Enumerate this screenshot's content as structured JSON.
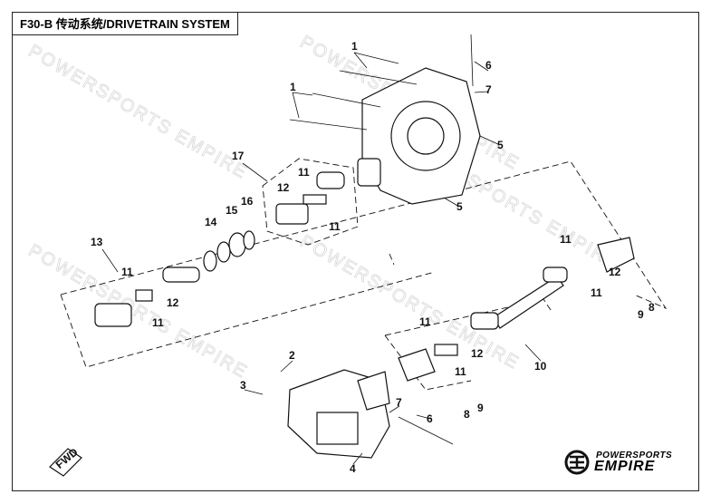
{
  "title": "F30-B 传动系统/DRIVETRAIN SYSTEM",
  "watermark": "POWERSPORTS EMPIRE",
  "logo": {
    "line1": "POWERSPORTS",
    "line2": "EMPIRE"
  },
  "fwd_label": "FWD",
  "callouts": [
    "1",
    "1",
    "6",
    "7",
    "5",
    "5",
    "17",
    "11",
    "12",
    "11",
    "16",
    "15",
    "14",
    "13",
    "11",
    "12",
    "11",
    "11",
    "12",
    "11",
    "9",
    "8",
    "10",
    "11",
    "12",
    "11",
    "2",
    "3",
    "9",
    "8",
    "7",
    "6",
    "4"
  ]
}
